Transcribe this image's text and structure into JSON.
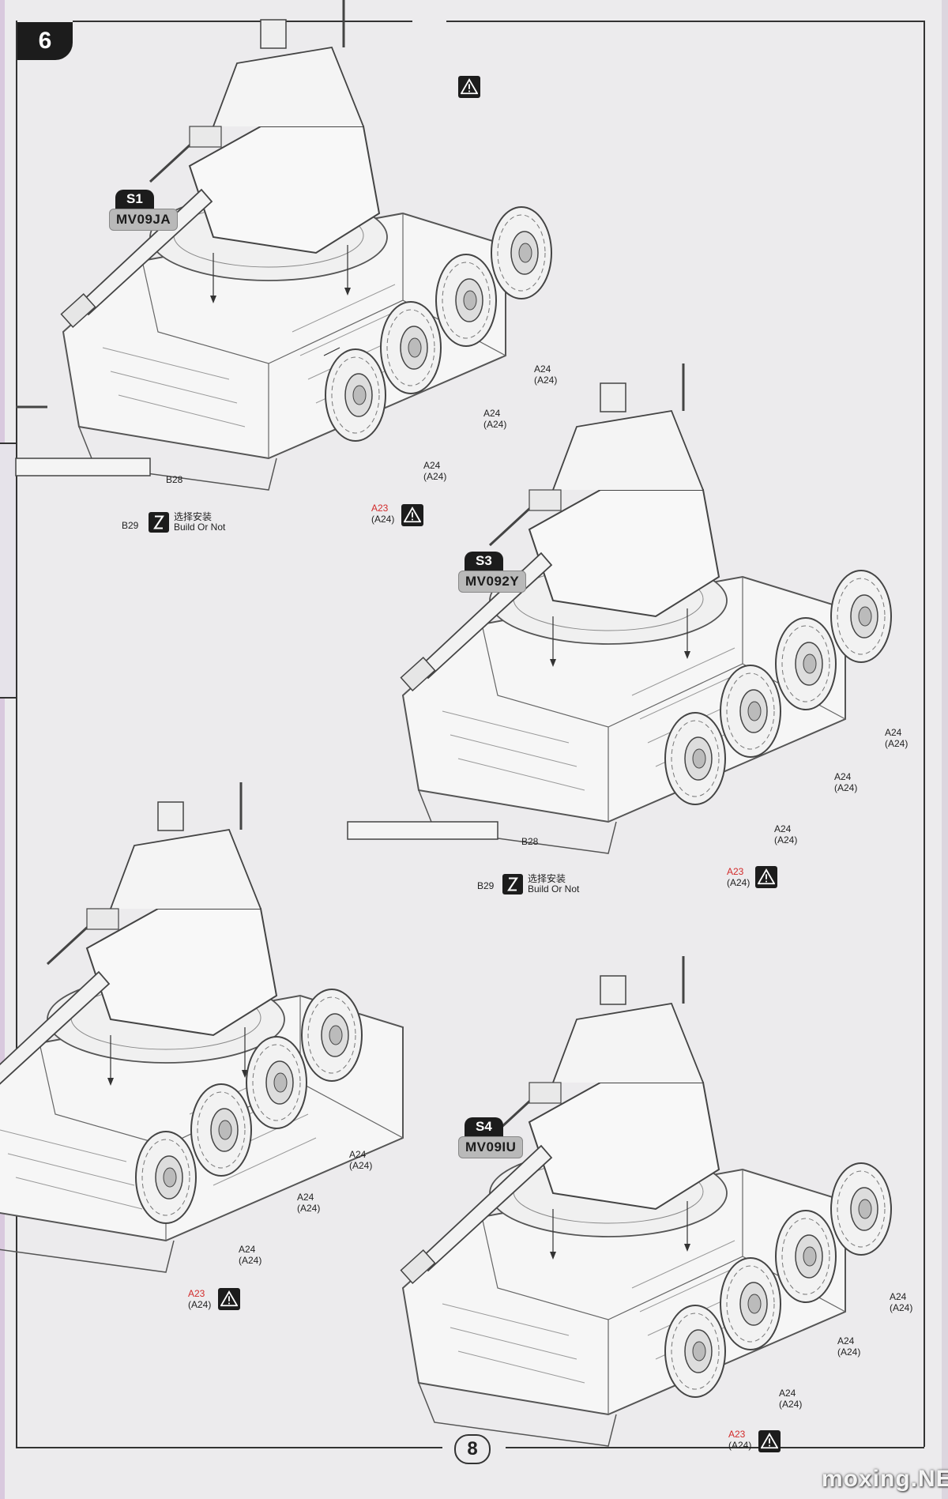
{
  "page": {
    "step_number": "6",
    "page_number": "8",
    "watermark": "moxing.NET"
  },
  "icons": {
    "warning": "warning-triangle-icon",
    "optional": "build-or-not-icon"
  },
  "colors": {
    "badge": "#1c1c1c",
    "scheme_tag": "#b9b9b9",
    "alt_part_red": "#d22b2b",
    "line_art": "#555555"
  },
  "variants": [
    {
      "code": "S1",
      "scheme": "MV09JA",
      "wheel_labels": [
        {
          "part": "A24",
          "alt": "(A24)"
        },
        {
          "part": "A24",
          "alt": "(A24)"
        },
        {
          "part": "A24",
          "alt": "(A24)"
        },
        {
          "part": "A23",
          "alt": "(A24)"
        }
      ],
      "bumper_parts": [
        "B28",
        "B29"
      ],
      "optional_cn": "选择安装",
      "optional_en": "Build Or Not"
    },
    {
      "code": "S3",
      "scheme": "MV092Y",
      "wheel_labels": [
        {
          "part": "A24",
          "alt": "(A24)"
        },
        {
          "part": "A24",
          "alt": "(A24)"
        },
        {
          "part": "A24",
          "alt": "(A24)"
        },
        {
          "part": "A23",
          "alt": "(A24)"
        }
      ],
      "bumper_parts": [
        "B28",
        "B29"
      ],
      "optional_cn": "选择安装",
      "optional_en": "Build Or Not"
    },
    {
      "code": "",
      "scheme": "",
      "wheel_labels": [
        {
          "part": "A24",
          "alt": "(A24)"
        },
        {
          "part": "A24",
          "alt": "(A24)"
        },
        {
          "part": "A24",
          "alt": "(A24)"
        },
        {
          "part": "A23",
          "alt": "(A24)"
        }
      ]
    },
    {
      "code": "S4",
      "scheme": "MV09IU",
      "wheel_labels": [
        {
          "part": "A24",
          "alt": "(A24)"
        },
        {
          "part": "A24",
          "alt": "(A24)"
        },
        {
          "part": "A24",
          "alt": "(A24)"
        },
        {
          "part": "A23",
          "alt": "(A24)"
        }
      ]
    }
  ]
}
